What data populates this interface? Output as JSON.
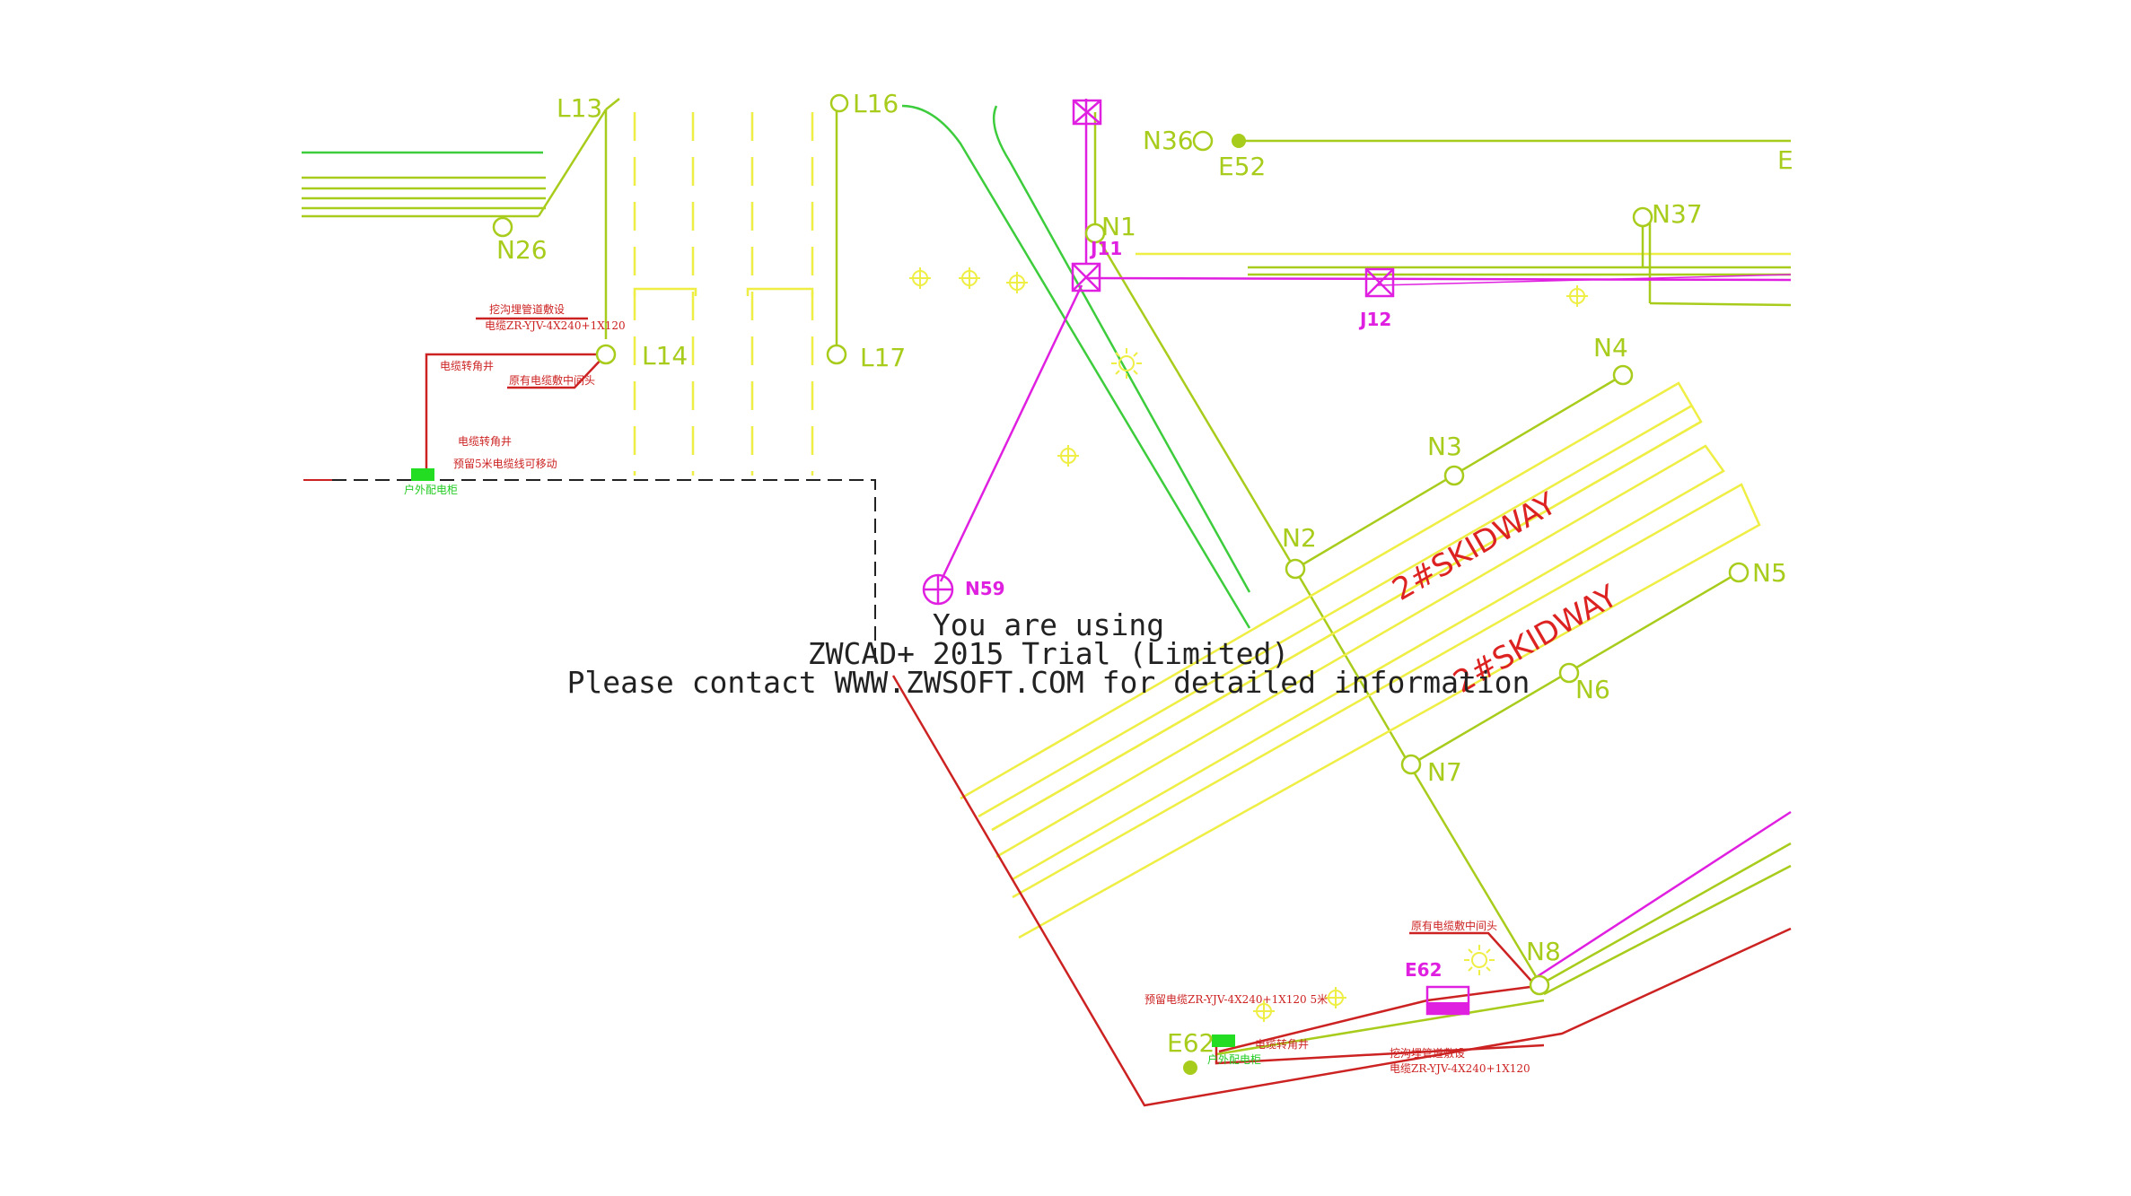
{
  "drawing": {
    "colors": {
      "line_green": "#a8cc1c",
      "bright_green": "#3ccc3c",
      "yellow": "#eeee44",
      "magenta": "#e020e0",
      "red": "#cc2222",
      "dark": "#222222"
    },
    "node_labels": {
      "l13": "L13",
      "l16": "L16",
      "l14": "L14",
      "l17": "L17",
      "n26": "N26",
      "n36": "N36",
      "e52": "E52",
      "e_edge": "E",
      "n1": "N1",
      "n37": "N37",
      "n4": "N4",
      "n3": "N3",
      "n2": "N2",
      "n5": "N5",
      "n6": "N6",
      "n7": "N7",
      "n8": "N8",
      "e62_ground": "E62"
    },
    "magenta_labels": {
      "j11": "J11",
      "j12": "J12",
      "n59": "N59",
      "e62": "E62"
    },
    "skidway_labels": [
      "2#SKIDWAY",
      "2#SKIDWAY"
    ],
    "annotations": {
      "trench_left": "挖沟埋管道敷设",
      "cable_left": "电缆ZR-YJV-4X240+1X120",
      "turn_well_left": "电缆转角井",
      "existing_joint_left": "原有电缆敷中间头",
      "turn_well_left2": "电缆转角井",
      "reserve_left": "预留5米电缆线可移动",
      "box_left": "户外配电柜",
      "existing_joint_right": "原有电缆敷中间头",
      "reserve_right": "预留电缆ZR-YJV-4X240+1X120  5米",
      "turn_well_right": "电缆转角井",
      "box_right": "户外配电柜",
      "trench_right": "挖沟埋管道敷设",
      "cable_right": "电缆ZR-YJV-4X240+1X120"
    },
    "watermark": {
      "line1": "You are using",
      "line2": "ZWCAD+ 2015 Trial (Limited)",
      "line3": "Please contact WWW.ZWSOFT.COM for detailed information"
    }
  }
}
